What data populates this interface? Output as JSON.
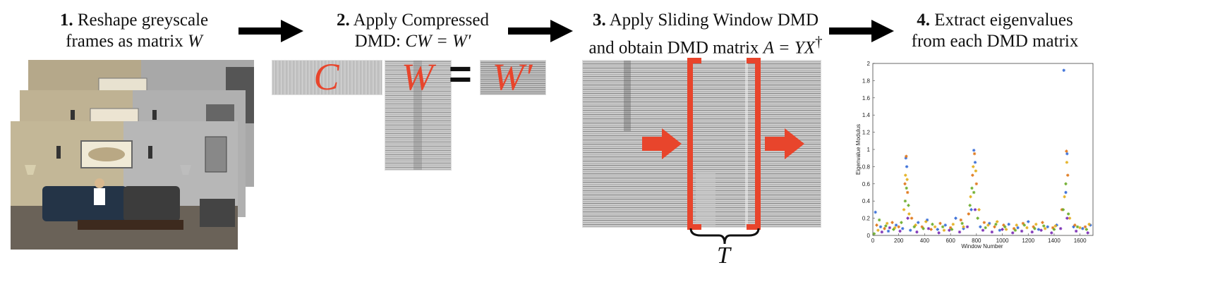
{
  "steps": [
    {
      "num": "1.",
      "line1": "Reshape greyscale",
      "line2_pre": "frames as matrix ",
      "line2_var": "W"
    },
    {
      "num": "2.",
      "line1": "Apply Compressed",
      "line2_pre": "DMD: ",
      "line2_var": "CW = W′"
    },
    {
      "num": "3.",
      "line1": "Apply Sliding Window DMD",
      "line2_pre": "and obtain DMD matrix ",
      "line2_var": "A = YX",
      "line2_sup": "†"
    },
    {
      "num": "4.",
      "line1": "Extract eigenvalues",
      "line2_pre": "from each DMD matrix",
      "line2_var": ""
    }
  ],
  "matrices": {
    "c": "C",
    "w": "W",
    "w_prime": "W′",
    "equals": "=",
    "window": "T"
  },
  "colors": {
    "accent": "#e8452c",
    "arrow": "#000000"
  },
  "chart_data": {
    "type": "scatter",
    "xlabel": "Window Number",
    "ylabel": "Eigenvalue Modulus",
    "xlim": [
      0,
      1700
    ],
    "ylim": [
      0,
      2
    ],
    "xticks": [
      0,
      200,
      400,
      600,
      800,
      1000,
      1200,
      1400,
      1600
    ],
    "yticks": [
      0,
      0.2,
      0.4,
      0.6,
      0.8,
      1,
      1.2,
      1.4,
      1.6,
      1.8,
      2
    ],
    "ytick_labels": [
      "0",
      "0.2",
      "0.4",
      "0.6",
      "0.8",
      "1",
      "1.2",
      "1.4",
      "1.6",
      "1.8",
      "2"
    ],
    "series": [
      {
        "color": "#3a6fd8",
        "points": [
          [
            20,
            0.27
          ],
          [
            60,
            0.1
          ],
          [
            120,
            0.05
          ],
          [
            180,
            0.12
          ],
          [
            230,
            0.08
          ],
          [
            255,
            0.9
          ],
          [
            262,
            0.8
          ],
          [
            290,
            0.06
          ],
          [
            350,
            0.15
          ],
          [
            420,
            0.18
          ],
          [
            500,
            0.07
          ],
          [
            560,
            0.12
          ],
          [
            640,
            0.2
          ],
          [
            700,
            0.08
          ],
          [
            760,
            0.3
          ],
          [
            780,
            0.99
          ],
          [
            790,
            0.85
          ],
          [
            830,
            0.1
          ],
          [
            900,
            0.14
          ],
          [
            980,
            0.06
          ],
          [
            1050,
            0.13
          ],
          [
            1120,
            0.09
          ],
          [
            1200,
            0.16
          ],
          [
            1280,
            0.07
          ],
          [
            1350,
            0.1
          ],
          [
            1420,
            0.12
          ],
          [
            1475,
            1.92
          ],
          [
            1490,
            0.5
          ],
          [
            1500,
            0.95
          ],
          [
            1550,
            0.1
          ],
          [
            1620,
            0.08
          ],
          [
            1680,
            0.12
          ]
        ]
      },
      {
        "color": "#e07a1f",
        "points": [
          [
            30,
            0.12
          ],
          [
            90,
            0.08
          ],
          [
            150,
            0.15
          ],
          [
            200,
            0.1
          ],
          [
            248,
            0.6
          ],
          [
            258,
            0.92
          ],
          [
            268,
            0.5
          ],
          [
            300,
            0.2
          ],
          [
            380,
            0.1
          ],
          [
            450,
            0.07
          ],
          [
            520,
            0.14
          ],
          [
            600,
            0.09
          ],
          [
            680,
            0.18
          ],
          [
            740,
            0.25
          ],
          [
            770,
            0.7
          ],
          [
            785,
            0.95
          ],
          [
            800,
            0.6
          ],
          [
            860,
            0.15
          ],
          [
            940,
            0.1
          ],
          [
            1010,
            0.12
          ],
          [
            1090,
            0.08
          ],
          [
            1160,
            0.14
          ],
          [
            1240,
            0.1
          ],
          [
            1310,
            0.15
          ],
          [
            1390,
            0.09
          ],
          [
            1460,
            0.3
          ],
          [
            1495,
            0.98
          ],
          [
            1505,
            0.7
          ],
          [
            1560,
            0.12
          ],
          [
            1640,
            0.1
          ]
        ]
      },
      {
        "color": "#e3b021",
        "points": [
          [
            40,
            0.06
          ],
          [
            110,
            0.14
          ],
          [
            170,
            0.09
          ],
          [
            240,
            0.3
          ],
          [
            252,
            0.7
          ],
          [
            265,
            0.65
          ],
          [
            280,
            0.25
          ],
          [
            330,
            0.12
          ],
          [
            410,
            0.16
          ],
          [
            480,
            0.1
          ],
          [
            550,
            0.06
          ],
          [
            620,
            0.13
          ],
          [
            700,
            0.1
          ],
          [
            755,
            0.45
          ],
          [
            775,
            0.8
          ],
          [
            795,
            0.75
          ],
          [
            820,
            0.3
          ],
          [
            890,
            0.12
          ],
          [
            960,
            0.16
          ],
          [
            1030,
            0.07
          ],
          [
            1110,
            0.12
          ],
          [
            1190,
            0.09
          ],
          [
            1260,
            0.13
          ],
          [
            1330,
            0.08
          ],
          [
            1410,
            0.11
          ],
          [
            1480,
            0.45
          ],
          [
            1498,
            0.85
          ],
          [
            1520,
            0.2
          ],
          [
            1600,
            0.09
          ],
          [
            1670,
            0.13
          ]
        ]
      },
      {
        "color": "#6fae2e",
        "points": [
          [
            10,
            0.02
          ],
          [
            50,
            0.18
          ],
          [
            100,
            0.11
          ],
          [
            160,
            0.07
          ],
          [
            220,
            0.15
          ],
          [
            250,
            0.4
          ],
          [
            260,
            0.55
          ],
          [
            275,
            0.35
          ],
          [
            320,
            0.1
          ],
          [
            390,
            0.08
          ],
          [
            460,
            0.13
          ],
          [
            540,
            0.1
          ],
          [
            610,
            0.07
          ],
          [
            690,
            0.14
          ],
          [
            750,
            0.35
          ],
          [
            765,
            0.55
          ],
          [
            780,
            0.5
          ],
          [
            810,
            0.2
          ],
          [
            870,
            0.09
          ],
          [
            950,
            0.13
          ],
          [
            1020,
            0.1
          ],
          [
            1100,
            0.06
          ],
          [
            1170,
            0.12
          ],
          [
            1250,
            0.08
          ],
          [
            1320,
            0.11
          ],
          [
            1400,
            0.07
          ],
          [
            1470,
            0.3
          ],
          [
            1490,
            0.6
          ],
          [
            1510,
            0.25
          ],
          [
            1580,
            0.1
          ],
          [
            1650,
            0.07
          ]
        ]
      },
      {
        "color": "#7a2fb5",
        "points": [
          [
            70,
            0.04
          ],
          [
            130,
            0.09
          ],
          [
            210,
            0.05
          ],
          [
            270,
            0.2
          ],
          [
            340,
            0.04
          ],
          [
            430,
            0.08
          ],
          [
            510,
            0.03
          ],
          [
            590,
            0.06
          ],
          [
            670,
            0.04
          ],
          [
            730,
            0.1
          ],
          [
            790,
            0.3
          ],
          [
            850,
            0.06
          ],
          [
            920,
            0.04
          ],
          [
            1000,
            0.07
          ],
          [
            1080,
            0.03
          ],
          [
            1150,
            0.05
          ],
          [
            1230,
            0.04
          ],
          [
            1300,
            0.06
          ],
          [
            1380,
            0.03
          ],
          [
            1450,
            0.08
          ],
          [
            1500,
            0.2
          ],
          [
            1570,
            0.05
          ],
          [
            1660,
            0.03
          ]
        ]
      }
    ]
  }
}
